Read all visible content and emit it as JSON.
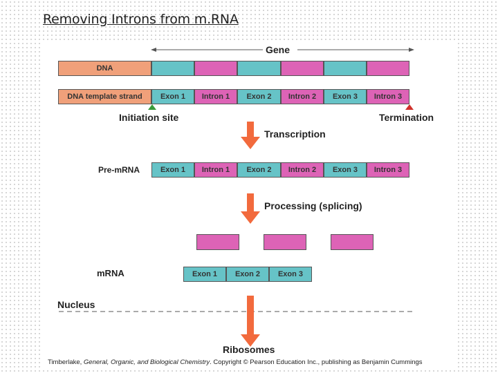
{
  "title": "Removing Introns from m.RNA",
  "colors": {
    "dna": "#f0a07a",
    "exon": "#66c3c7",
    "intron": "#dd63b6",
    "arrow": "#f26a3d",
    "marker_green": "#3a9a3a",
    "marker_red": "#d0302a"
  },
  "gene": {
    "label": "Gene"
  },
  "dna_row": {
    "label": "DNA"
  },
  "template_row": {
    "label": "DNA template strand",
    "segments": [
      "Exon 1",
      "Intron 1",
      "Exon 2",
      "Intron 2",
      "Exon 3",
      "Intron 3"
    ]
  },
  "markers": {
    "initiation": "Initiation site",
    "termination": "Termination"
  },
  "steps": {
    "transcription": "Transcription",
    "processing": "Processing (splicing)"
  },
  "premrna_row": {
    "label": "Pre-mRNA",
    "segments": [
      "Exon 1",
      "Intron 1",
      "Exon 2",
      "Intron 2",
      "Exon 3",
      "Intron 3"
    ]
  },
  "mrna_row": {
    "label": "mRNA",
    "segments": [
      "Exon 1",
      "Exon 2",
      "Exon 3"
    ]
  },
  "nucleus_label": "Nucleus",
  "ribosomes_label": "Ribosomes",
  "credit": {
    "author": "Timberlake, ",
    "book": "General, Organic, and Biological Chemistry",
    "rest": ". Copyright © Pearson Education Inc., publishing as Benjamin Cummings"
  }
}
